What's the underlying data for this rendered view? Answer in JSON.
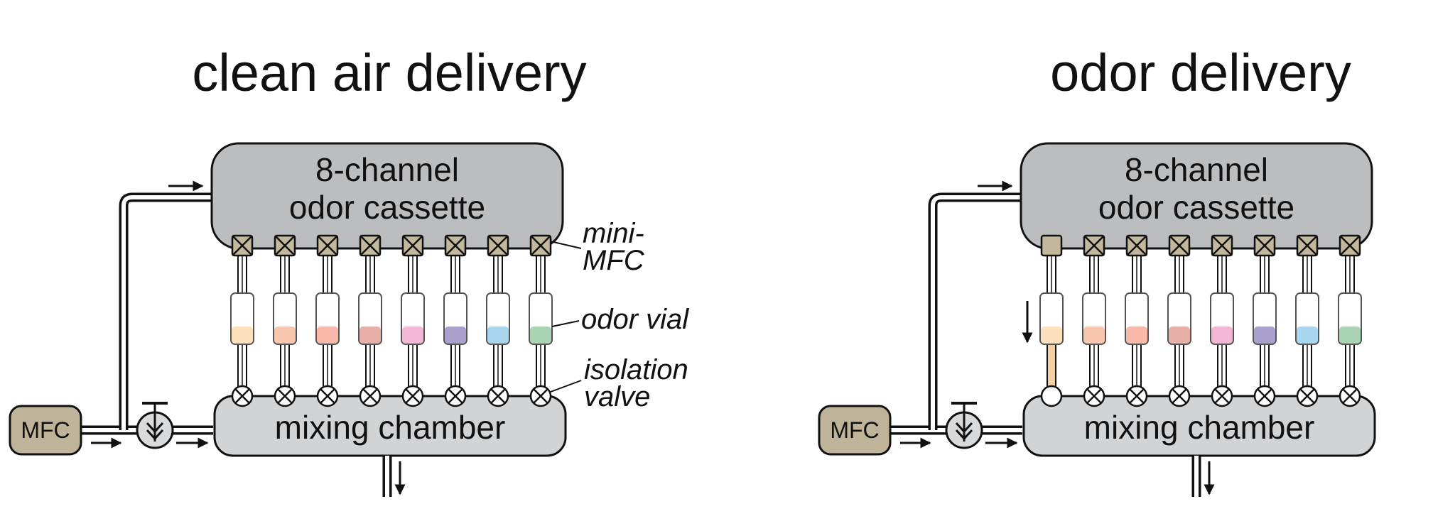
{
  "panels": [
    {
      "id": "clean-air",
      "title": "clean air delivery",
      "cassette_label": [
        "8-channel",
        "odor cassette"
      ],
      "chamber_label": "mixing chamber",
      "mfc_label": "MFC",
      "active_channel": null
    },
    {
      "id": "odor",
      "title": "odor delivery",
      "cassette_label": [
        "8-channel",
        "odor cassette"
      ],
      "chamber_label": "mixing chamber",
      "mfc_label": "MFC",
      "active_channel": 0
    }
  ],
  "callouts": {
    "mini_mfc": [
      "mini-",
      "MFC"
    ],
    "odor_vial": "odor vial",
    "isolation_valve": [
      "isolation",
      "valve"
    ]
  },
  "colors": {
    "cassette_fill": "#bcbdbf",
    "chamber_fill": "#d2d3d5",
    "mfc_fill": "#bfb49a",
    "mini_mfc_fill": "#c4b89c",
    "active_pipe": "#f3cfa4",
    "vial_liquids": [
      "#fde0bc",
      "#f8c7ad",
      "#f8b9aa",
      "#e7b0a6",
      "#f3b8d6",
      "#a9a0cd",
      "#a9d6ef",
      "#a9d5b4"
    ]
  },
  "icons": [
    "mini-mfc-valve-icon",
    "isolation-valve-icon",
    "pressure-regulator-icon",
    "flow-arrow-icon"
  ]
}
